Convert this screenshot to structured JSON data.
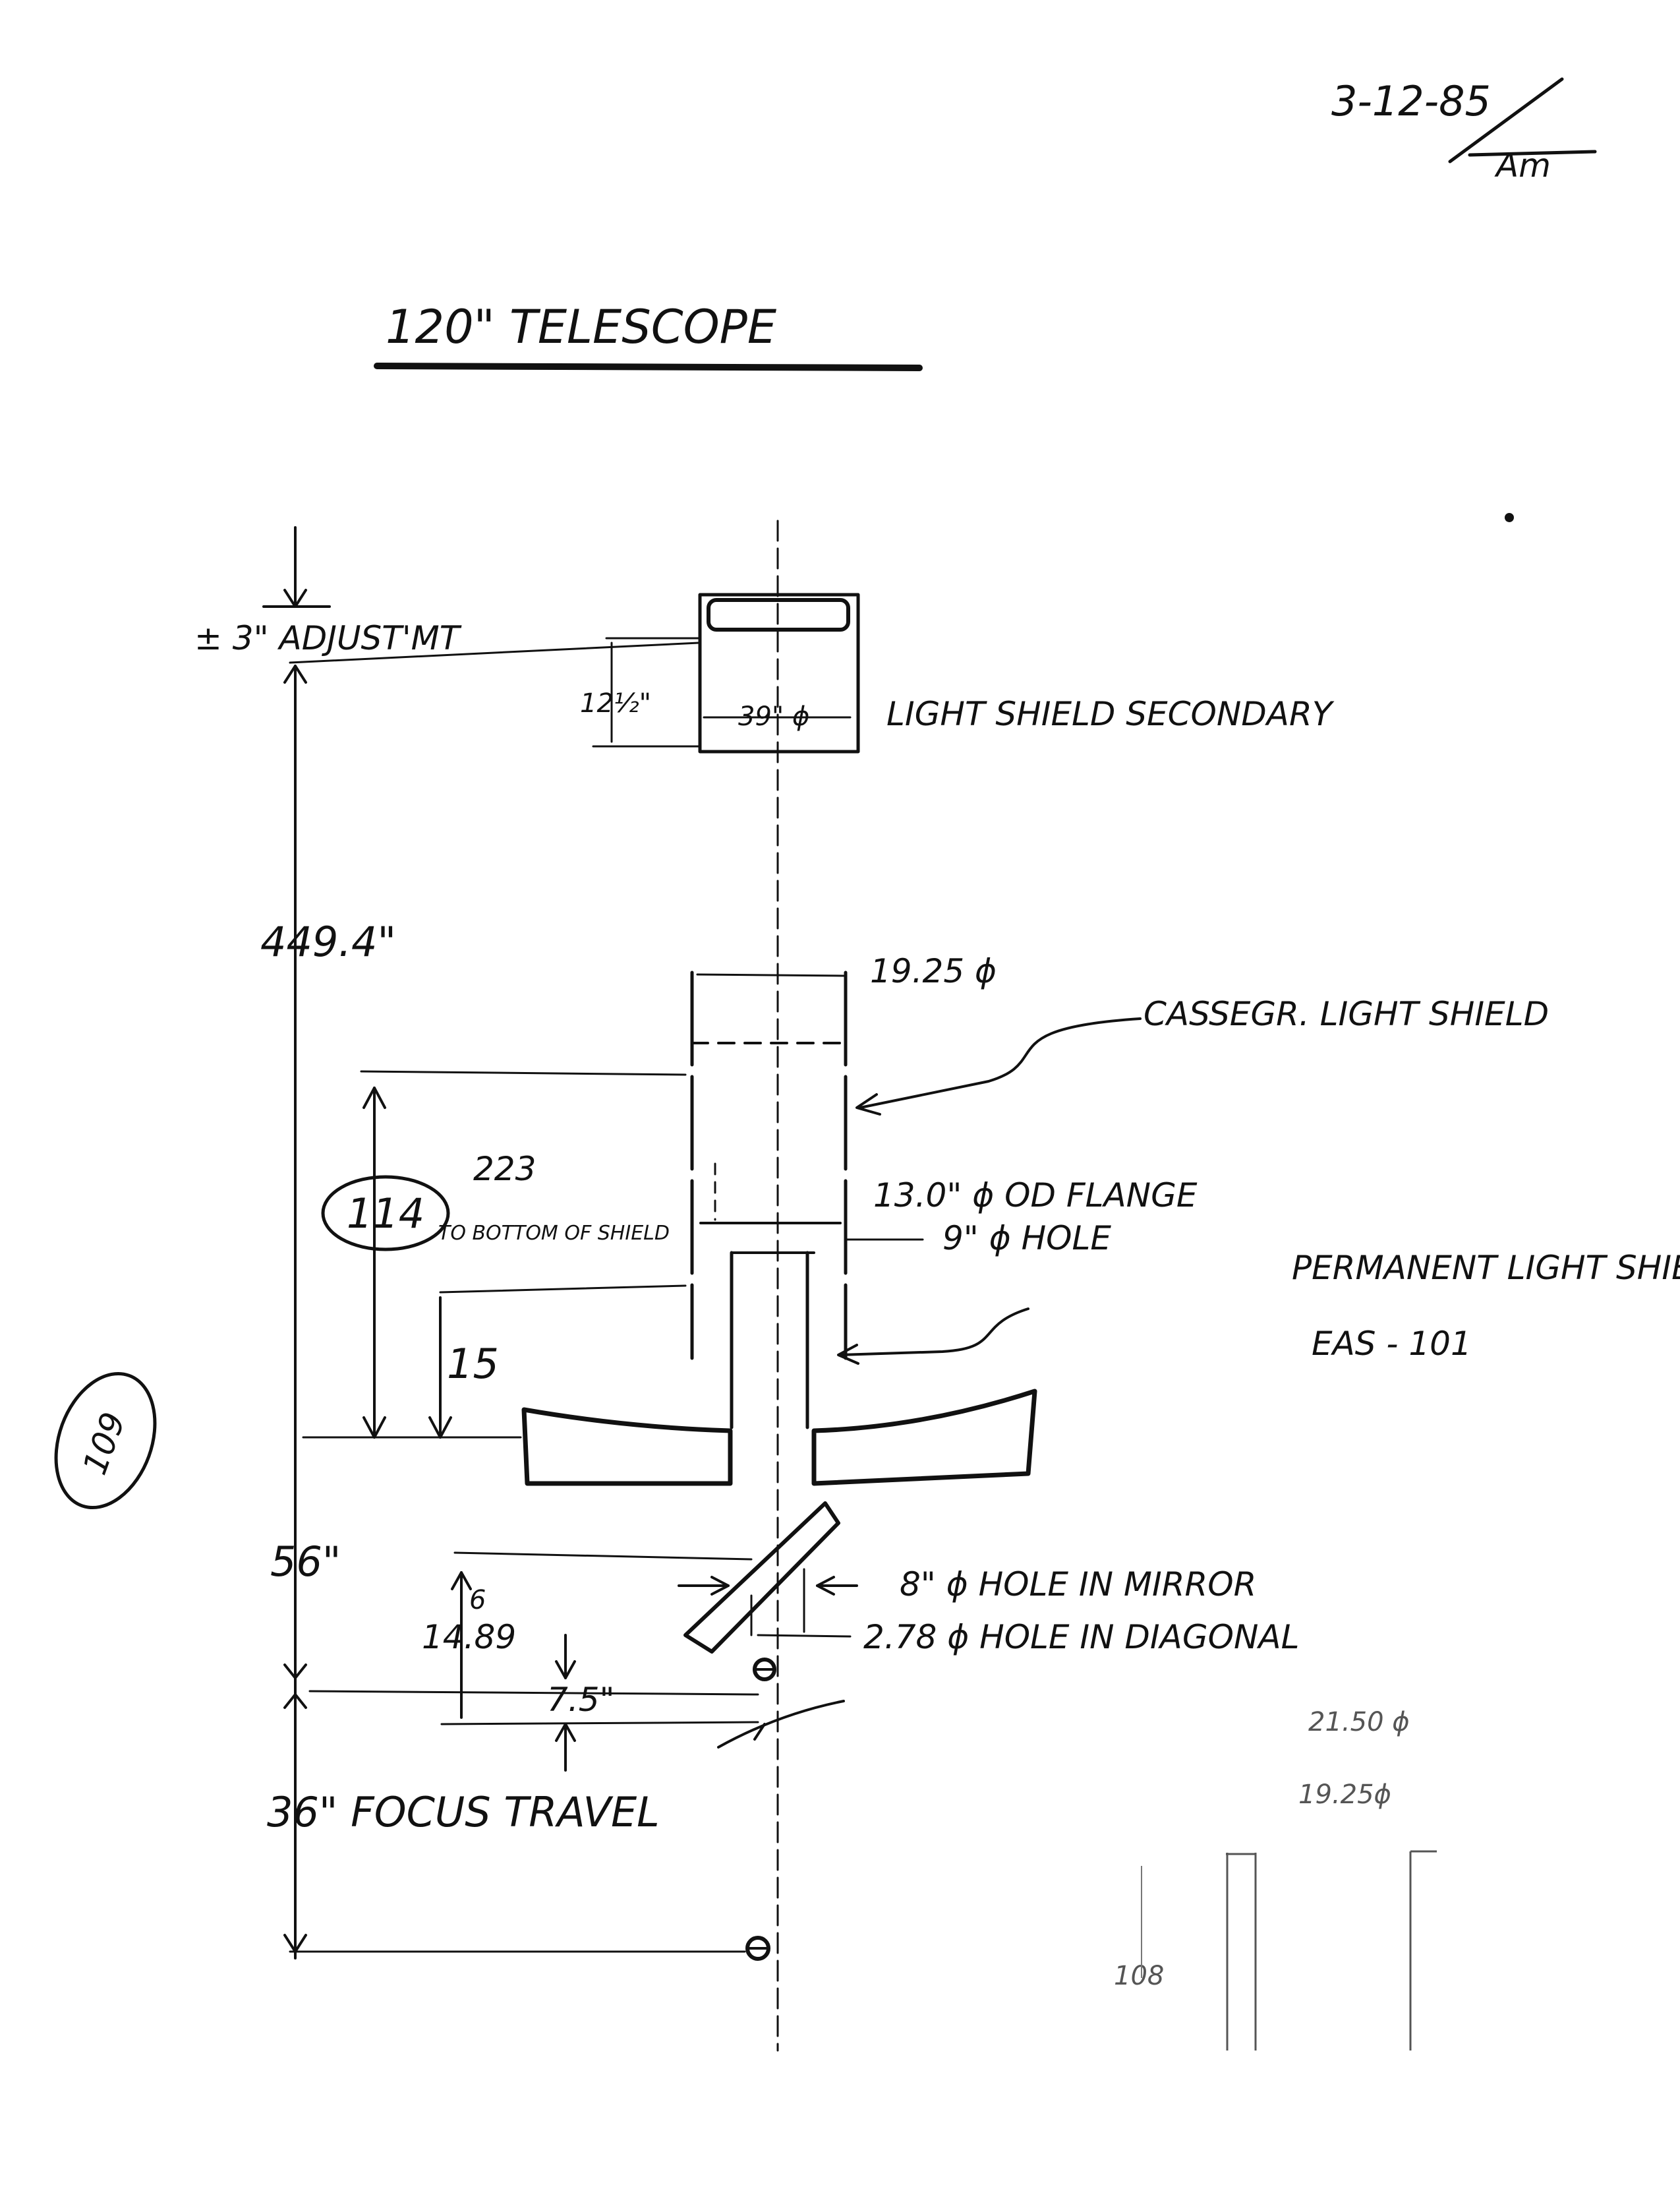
{
  "header": {
    "date": "3-12-85",
    "initials": "Am"
  },
  "title": "120\" TELESCOPE",
  "page_circle_number": "109",
  "dimensions": {
    "adjustment": "± 3\" ADJUST'MT",
    "shield_height": "12½\"",
    "shield_diameter": "39\" ϕ",
    "total_length": "449.4\"",
    "cassegrain_diameter": "19.25 ϕ",
    "circled_value": "114",
    "upper_value": "223",
    "to_bottom_note": "TO BOTTOM OF SHIELD",
    "flange_od": "13.0\" ϕ OD FLANGE",
    "flange_hole": "9\" ϕ HOLE",
    "permanent_height": "15",
    "mirror_to_focus": "56\"",
    "diagonal_small": "6",
    "diagonal_distance": "14.89",
    "diagonal_offset": "7.5\"",
    "mirror_hole": "8\" ϕ HOLE IN MIRROR",
    "diagonal_hole": "2.78 ϕ HOLE IN DIAGONAL",
    "focus_travel": "36\" FOCUS TRAVEL"
  },
  "labels": {
    "light_shield_secondary": "LIGHT SHIELD SECONDARY",
    "cassegrain_light_shield": "CASSEGR. LIGHT SHIELD",
    "permanent_light_shield": "PERMANENT LIGHT SHIELD",
    "part_number": "EAS - 101"
  },
  "faint_notes": {
    "faint_1": "21.50 ϕ",
    "faint_2": "19.25ϕ",
    "faint_3": "108"
  }
}
